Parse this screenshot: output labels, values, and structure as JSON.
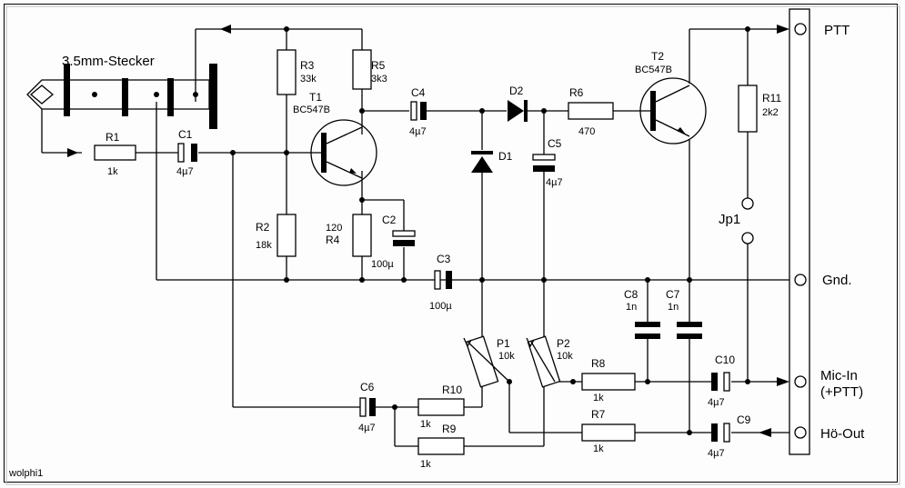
{
  "connector_title": "3.5mm-Stecker",
  "author": "wolphi1",
  "terminals": {
    "ptt": "PTT",
    "gnd": "Gnd.",
    "mic_in": "Mic-In",
    "mic_in_note": "(+PTT)",
    "ho_out": "Hö-Out"
  },
  "parts": {
    "r1": {
      "name": "R1",
      "value": "1k"
    },
    "c1": {
      "name": "C1",
      "value": "4µ7"
    },
    "r2": {
      "name": "R2",
      "value": "18k"
    },
    "r3": {
      "name": "R3",
      "value": "33k"
    },
    "r4": {
      "name": "R4",
      "value": "120"
    },
    "r5": {
      "name": "R5",
      "value": "3k3"
    },
    "t1": {
      "name": "T1",
      "value": "BC547B"
    },
    "c2": {
      "name": "C2",
      "value": "100µ"
    },
    "c3": {
      "name": "C3",
      "value": "100µ"
    },
    "c4": {
      "name": "C4",
      "value": "4µ7"
    },
    "d1": {
      "name": "D1"
    },
    "d2": {
      "name": "D2"
    },
    "c5": {
      "name": "C5",
      "value": "4µ7"
    },
    "r6": {
      "name": "R6",
      "value": "470"
    },
    "t2": {
      "name": "T2",
      "value": "BC547B"
    },
    "r11": {
      "name": "R11",
      "value": "2k2"
    },
    "jp1": {
      "name": "Jp1"
    },
    "c8": {
      "name": "C8",
      "value": "1n"
    },
    "c7": {
      "name": "C7",
      "value": "1n"
    },
    "p1": {
      "name": "P1",
      "value": "10k"
    },
    "p2": {
      "name": "P2",
      "value": "10k"
    },
    "r8": {
      "name": "R8",
      "value": "1k"
    },
    "r7": {
      "name": "R7",
      "value": "1k"
    },
    "c10": {
      "name": "C10",
      "value": "4µ7"
    },
    "c9": {
      "name": "C9",
      "value": "4µ7"
    },
    "c6": {
      "name": "C6",
      "value": "4µ7"
    },
    "r10": {
      "name": "R10",
      "value": "1k"
    },
    "r9": {
      "name": "R9",
      "value": "1k"
    }
  }
}
